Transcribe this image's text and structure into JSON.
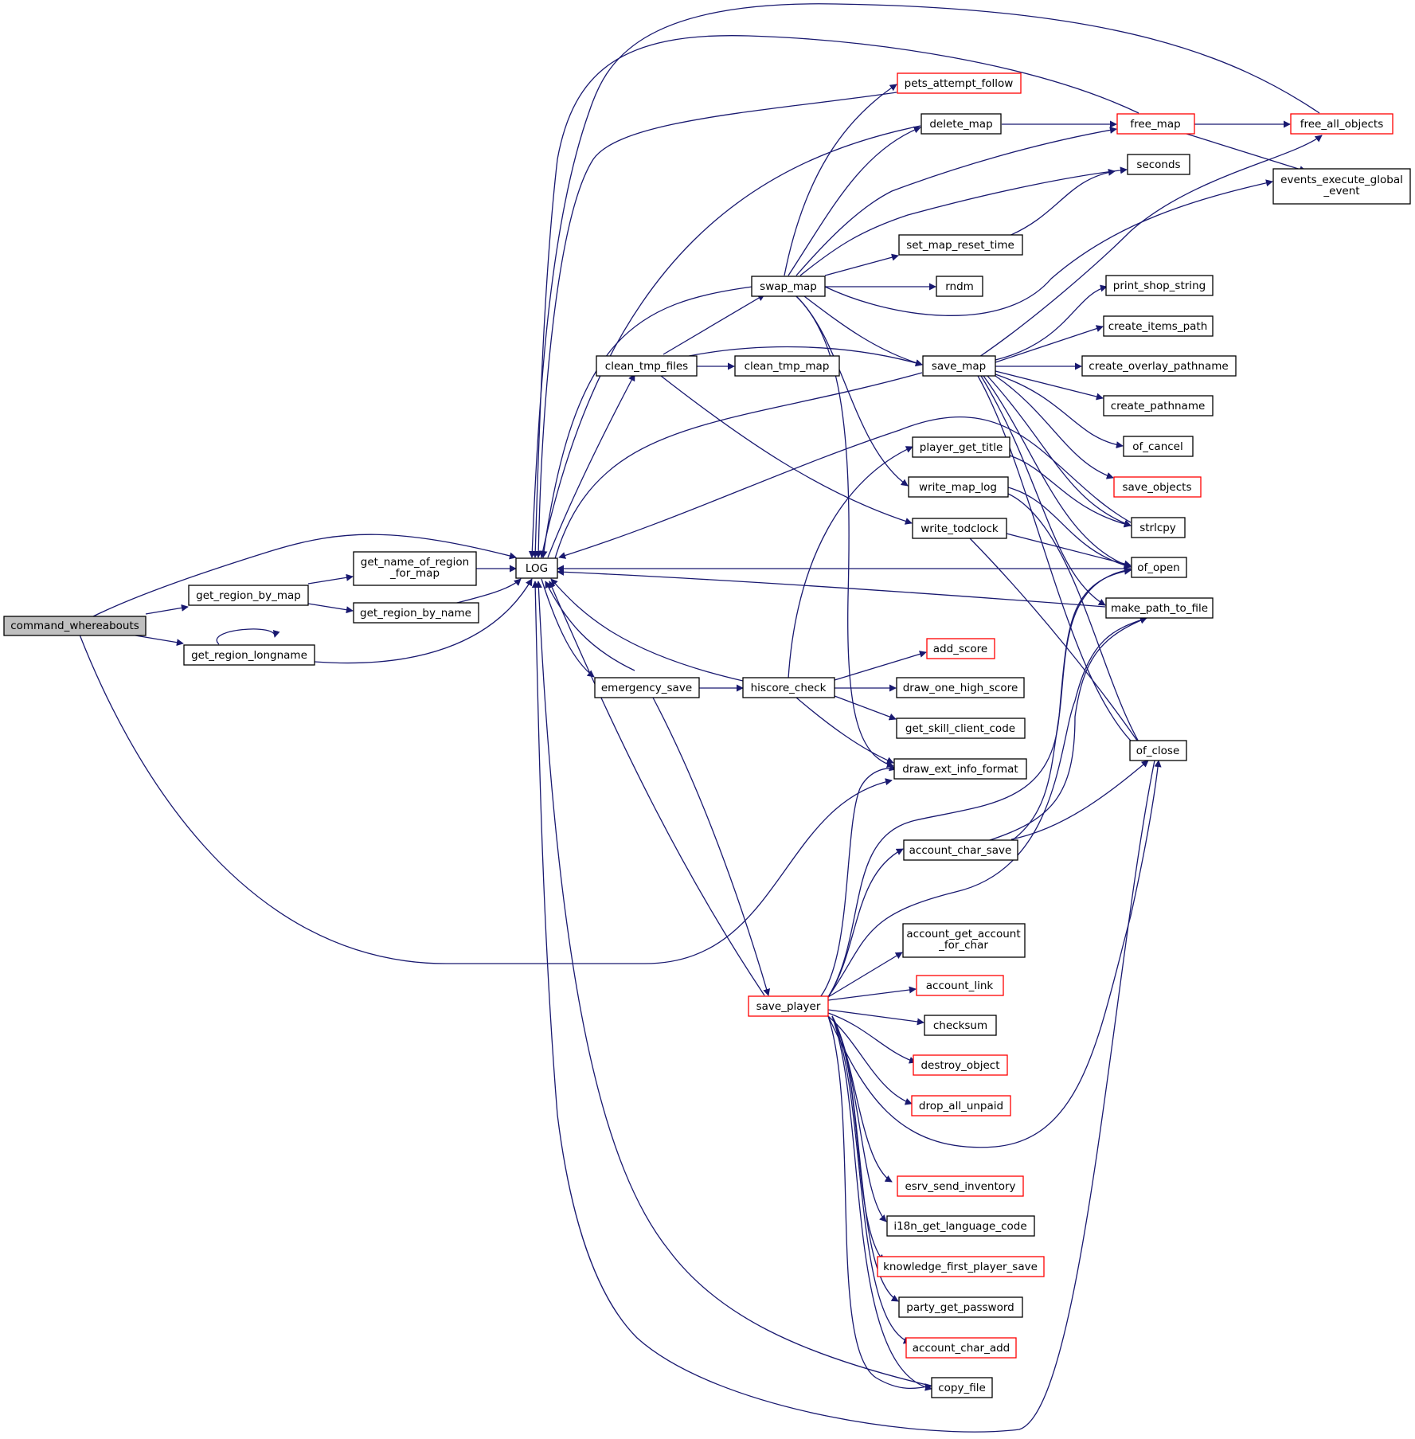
{
  "graph": {
    "nodes": [
      {
        "id": "command_whereabouts",
        "label": "command_whereabouts",
        "style": "root"
      },
      {
        "id": "LOG",
        "label": "LOG"
      },
      {
        "id": "get_region_by_map",
        "label": "get_region_by_map"
      },
      {
        "id": "get_region_longname",
        "label": "get_region_longname"
      },
      {
        "id": "get_name_of_region_for_map",
        "label": "get_name_of_region\n_for_map"
      },
      {
        "id": "get_region_by_name",
        "label": "get_region_by_name"
      },
      {
        "id": "clean_tmp_files",
        "label": "clean_tmp_files"
      },
      {
        "id": "emergency_save",
        "label": "emergency_save"
      },
      {
        "id": "swap_map",
        "label": "swap_map"
      },
      {
        "id": "clean_tmp_map",
        "label": "clean_tmp_map"
      },
      {
        "id": "hiscore_check",
        "label": "hiscore_check"
      },
      {
        "id": "save_player",
        "label": "save_player",
        "style": "red"
      },
      {
        "id": "pets_attempt_follow",
        "label": "pets_attempt_follow",
        "style": "red"
      },
      {
        "id": "delete_map",
        "label": "delete_map"
      },
      {
        "id": "set_map_reset_time",
        "label": "set_map_reset_time"
      },
      {
        "id": "rndm",
        "label": "rndm"
      },
      {
        "id": "save_map",
        "label": "save_map"
      },
      {
        "id": "player_get_title",
        "label": "player_get_title"
      },
      {
        "id": "write_map_log",
        "label": "write_map_log"
      },
      {
        "id": "write_todclock",
        "label": "write_todclock"
      },
      {
        "id": "add_score",
        "label": "add_score",
        "style": "red"
      },
      {
        "id": "draw_one_high_score",
        "label": "draw_one_high_score"
      },
      {
        "id": "get_skill_client_code",
        "label": "get_skill_client_code"
      },
      {
        "id": "draw_ext_info_format",
        "label": "draw_ext_info_format"
      },
      {
        "id": "account_char_save",
        "label": "account_char_save"
      },
      {
        "id": "account_get_account_for_char",
        "label": "account_get_account\n_for_char"
      },
      {
        "id": "account_link",
        "label": "account_link",
        "style": "red"
      },
      {
        "id": "checksum",
        "label": "checksum"
      },
      {
        "id": "destroy_object",
        "label": "destroy_object",
        "style": "red"
      },
      {
        "id": "drop_all_unpaid",
        "label": "drop_all_unpaid",
        "style": "red"
      },
      {
        "id": "esrv_send_inventory",
        "label": "esrv_send_inventory",
        "style": "red"
      },
      {
        "id": "i18n_get_language_code",
        "label": "i18n_get_language_code"
      },
      {
        "id": "knowledge_first_player_save",
        "label": "knowledge_first_player_save",
        "style": "red"
      },
      {
        "id": "party_get_password",
        "label": "party_get_password"
      },
      {
        "id": "account_char_add",
        "label": "account_char_add",
        "style": "red"
      },
      {
        "id": "copy_file",
        "label": "copy_file"
      },
      {
        "id": "free_map",
        "label": "free_map",
        "style": "red"
      },
      {
        "id": "seconds",
        "label": "seconds"
      },
      {
        "id": "print_shop_string",
        "label": "print_shop_string"
      },
      {
        "id": "create_items_path",
        "label": "create_items_path"
      },
      {
        "id": "create_overlay_pathname",
        "label": "create_overlay_pathname"
      },
      {
        "id": "create_pathname",
        "label": "create_pathname"
      },
      {
        "id": "of_cancel",
        "label": "of_cancel"
      },
      {
        "id": "save_objects",
        "label": "save_objects",
        "style": "red"
      },
      {
        "id": "strlcpy",
        "label": "strlcpy"
      },
      {
        "id": "of_open",
        "label": "of_open"
      },
      {
        "id": "make_path_to_file",
        "label": "make_path_to_file"
      },
      {
        "id": "of_close",
        "label": "of_close"
      },
      {
        "id": "free_all_objects",
        "label": "free_all_objects",
        "style": "red"
      },
      {
        "id": "events_execute_global_event",
        "label": "events_execute_global\n_event"
      }
    ]
  }
}
